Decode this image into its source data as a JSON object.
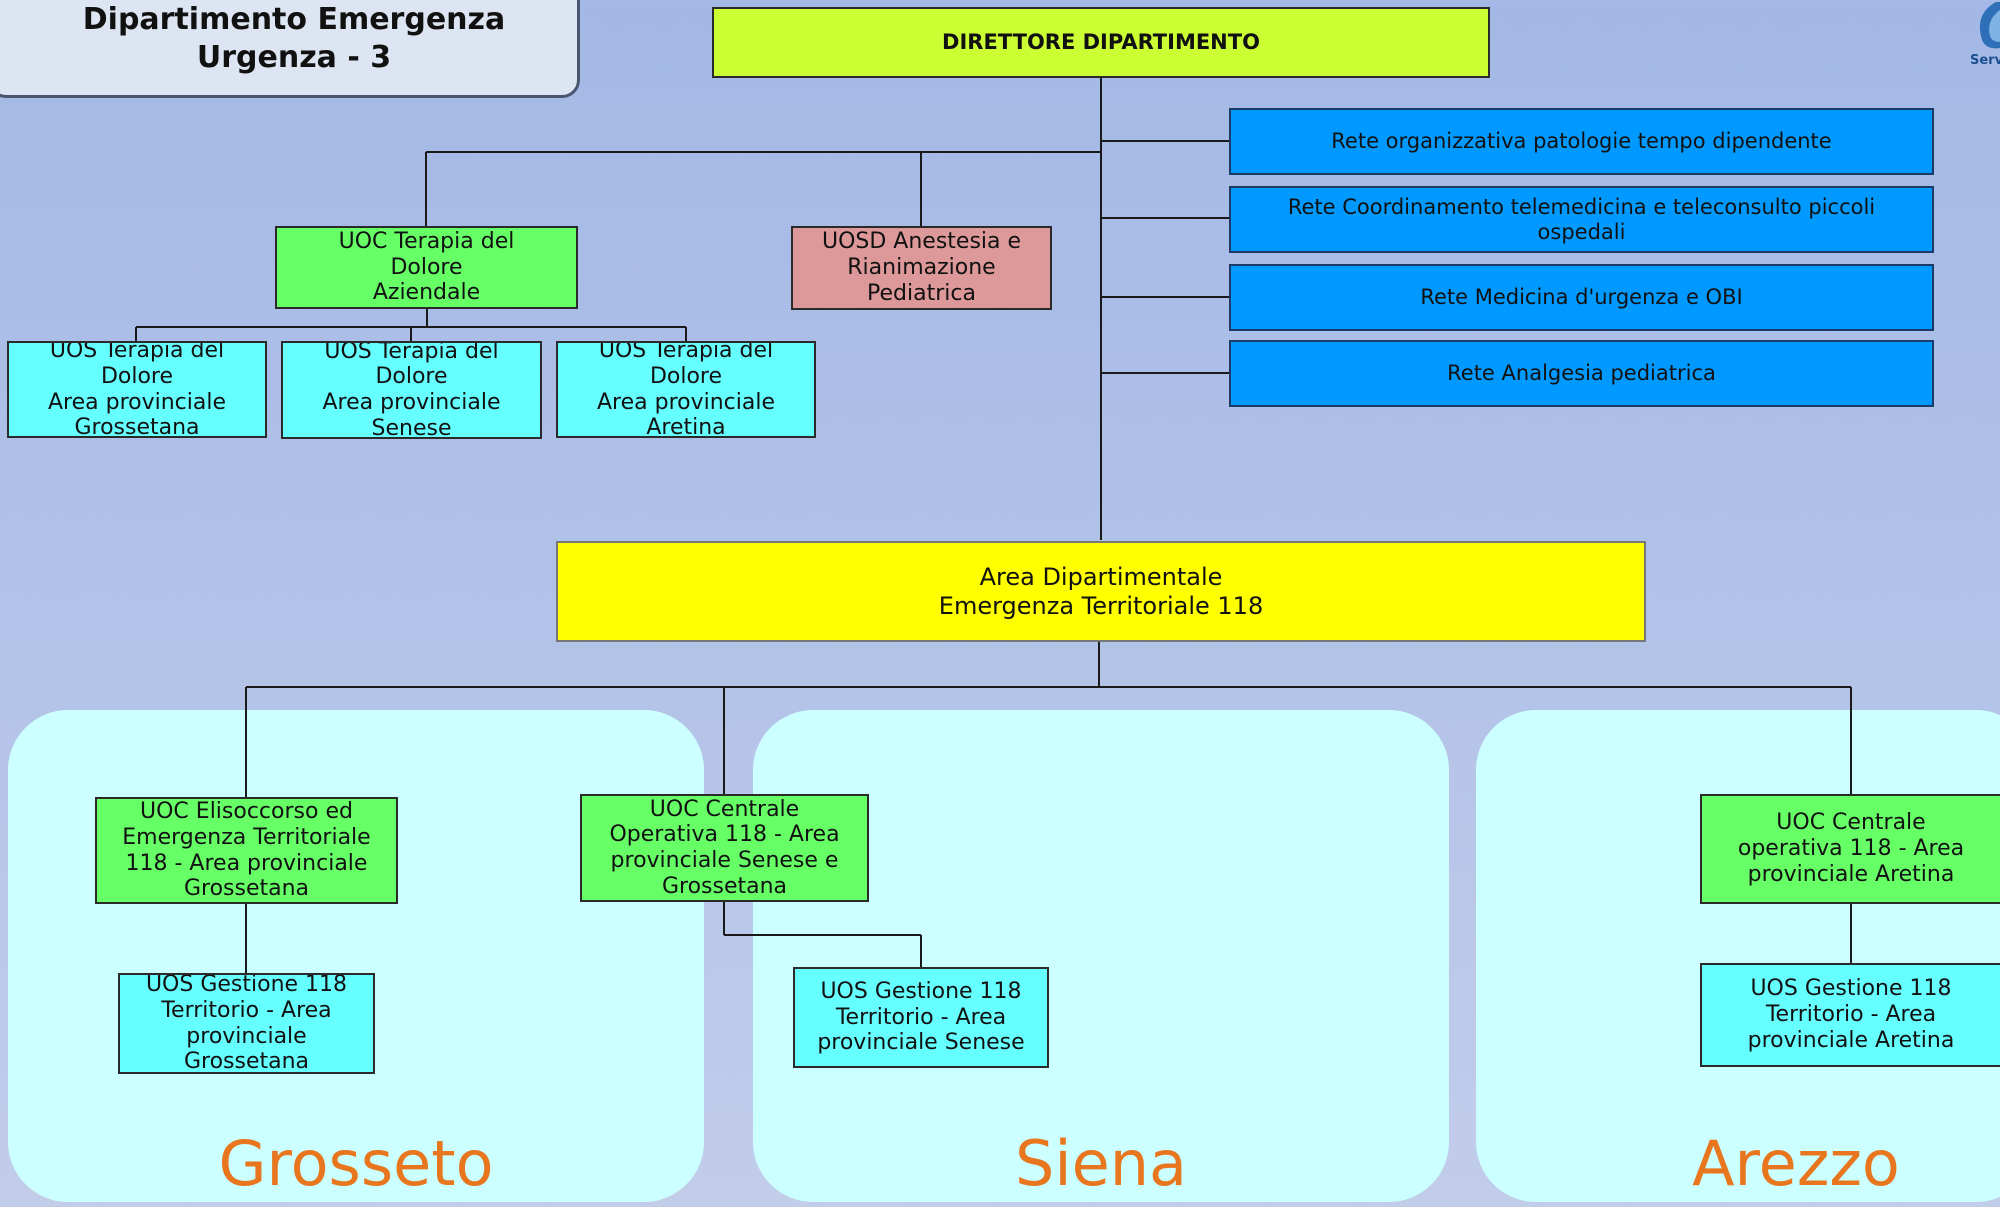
{
  "title": "Dipartimento Emergenza\nUrgenza - 3",
  "logo_text": "Serv",
  "director": "DIRETTORE DIPARTIMENTO",
  "networks": [
    "Rete organizzativa patologie tempo dipendente",
    "Rete Coordinamento telemedicina e teleconsulto piccoli\nospedali",
    "Rete Medicina d'urgenza e OBI",
    "Rete Analgesia pediatrica"
  ],
  "uoc_terapia": "UOC Terapia del\nDolore\nAziendale",
  "uosd_anestesia": "UOSD Anestesia e\nRianimazione\nPediatrica",
  "uos_terapia": [
    "UOS Terapia del\nDolore\nArea provinciale\nGrossetana",
    "UOS Terapia del\nDolore\nArea provinciale\nSenese",
    "UOS Terapia del\nDolore\nArea provinciale\nAretina"
  ],
  "area_118": "Area Dipartimentale\nEmergenza Territoriale 118",
  "uoc_118": [
    "UOC Elisoccorso ed\nEmergenza Territoriale\n118 - Area provinciale\nGrossetana",
    "UOC Centrale\nOperativa 118 - Area\nprovinciale Senese e\nGrossetana",
    "UOC Centrale\noperativa 118 - Area\nprovinciale Aretina"
  ],
  "uos_gestione": [
    "UOS Gestione 118\nTerritorio - Area\nprovinciale\nGrossetana",
    "UOS Gestione 118\nTerritorio - Area\nprovinciale Senese",
    "UOS Gestione 118\nTerritorio - Area\nprovinciale Aretina"
  ],
  "regions": [
    "Grosseto",
    "Siena",
    "Arezzo"
  ],
  "colors": {
    "director": "#ccff33",
    "network": "#0099ff",
    "uoc": "#66ff66",
    "uos": "#66ffff",
    "uosd": "#dd9999",
    "area": "#ffff00",
    "region_bg": "#ccffff",
    "region_label": "#e8761e"
  }
}
